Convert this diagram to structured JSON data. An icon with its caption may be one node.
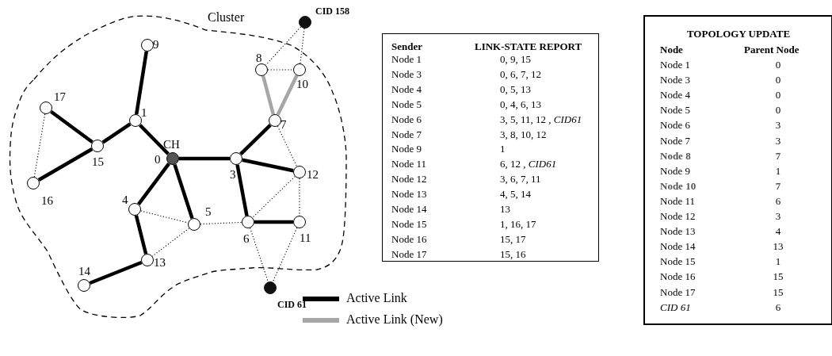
{
  "diagram": {
    "nodes": [
      {
        "text": [
          "Cluster"
        ]
      },
      {
        "text": [
          "CID 158"
        ]
      },
      {
        "text": [
          "9"
        ],
        "in": 0
      },
      {
        "text": [
          "8"
        ],
        "in": 0
      },
      {
        "text": [
          "10"
        ],
        "in": 0
      },
      {
        "text": [
          "17"
        ],
        "in": 0
      },
      {
        "text": [
          "1"
        ],
        "in": 0
      },
      {
        "text": [
          "7"
        ],
        "in": 0
      },
      {
        "text": [
          "0"
        ],
        "beside": [
          "CH"
        ],
        "in": 0
      },
      {
        "text": [
          "15"
        ],
        "in": 0
      },
      {
        "text": [
          "3"
        ],
        "in": 0
      },
      {
        "text": [
          "12"
        ],
        "in": 0
      },
      {
        "text": [
          "16"
        ],
        "in": 0
      },
      {
        "text": [
          "4"
        ],
        "in": 0
      },
      {
        "text": [
          "5"
        ],
        "in": 0
      },
      {
        "text": [
          "6"
        ],
        "in": 0
      },
      {
        "text": [
          "11"
        ],
        "in": 0
      },
      {
        "text": [
          "13"
        ],
        "in": 0
      },
      {
        "text": [
          "14"
        ],
        "in": 0
      },
      {
        "text": [
          "CID 61"
        ]
      }
    ],
    "edges": [
      {
        "from": 2,
        "to": 6,
        "arrow": "none"
      },
      {
        "from": 6,
        "to": 8,
        "arrow": "none"
      },
      {
        "from": 6,
        "to": 9,
        "arrow": "none"
      },
      {
        "from": 9,
        "to": 5,
        "arrow": "none"
      },
      {
        "from": 9,
        "to": 12,
        "arrow": "none"
      },
      {
        "from": 8,
        "to": 10,
        "arrow": "none"
      },
      {
        "from": 8,
        "to": 13,
        "arrow": "none"
      },
      {
        "from": 8,
        "to": 14,
        "arrow": "none"
      },
      {
        "from": 10,
        "to": 7,
        "arrow": "none"
      },
      {
        "from": 10,
        "to": 11,
        "arrow": "none"
      },
      {
        "from": 10,
        "to": 15,
        "arrow": "none"
      },
      {
        "from": 15,
        "to": 16,
        "arrow": "none"
      },
      {
        "from": 13,
        "to": 17,
        "arrow": "none"
      },
      {
        "from": 17,
        "to": 18,
        "arrow": "none"
      },
      {
        "from": 3,
        "to": 7,
        "arrow": "none",
        "color": "#a6a6a6"
      },
      {
        "from": 4,
        "to": 7,
        "arrow": "none",
        "color": "#a6a6a6"
      },
      {
        "from": 1,
        "to": 3,
        "arrow": "none",
        "style": "dashed"
      },
      {
        "from": 1,
        "to": 4,
        "arrow": "none",
        "style": "dashed"
      },
      {
        "from": 3,
        "to": 4,
        "arrow": "none",
        "style": "dashed"
      },
      {
        "from": 5,
        "to": 12,
        "arrow": "none",
        "style": "dashed"
      },
      {
        "from": 7,
        "to": 11,
        "arrow": "none",
        "style": "dashed"
      },
      {
        "from": 11,
        "to": 15,
        "arrow": "none",
        "style": "dashed"
      },
      {
        "from": 11,
        "to": 16,
        "arrow": "none",
        "style": "dashed"
      },
      {
        "from": 13,
        "to": 14,
        "arrow": "none",
        "style": "dashed"
      },
      {
        "from": 14,
        "to": 17,
        "arrow": "none",
        "style": "dashed"
      },
      {
        "from": 14,
        "to": 15,
        "arrow": "none",
        "style": "dashed"
      },
      {
        "from": 15,
        "to": 19,
        "arrow": "none",
        "style": "dashed"
      },
      {
        "from": 16,
        "to": 19,
        "arrow": "none",
        "style": "dashed"
      }
    ],
    "labels": [
      "Sender",
      "LINK-STATE REPORT",
      "Node 1",
      "0, 9, 15",
      "Node 3",
      "0, 6, 7, 12",
      "Node 4",
      "0, 5, 13",
      "Node 5",
      "0, 4, 6, 13",
      "Node 6",
      "3, 5, 11, 12 , *CID61*",
      "Node 7",
      "3, 8, 10, 12",
      "Node 9",
      "1",
      "Node 11",
      "6, 12 , *CID61*",
      "Node 12",
      "3, 6, 7, 11",
      "Node 13",
      "4, 5, 14",
      "Node 14",
      "13",
      "Node 15",
      "1, 16, 17",
      "Node 16",
      "15, 17",
      "Node 17",
      "15, 16",
      "TOPOLOGY UPDATE",
      "Node",
      "Parent Node",
      "Node 1",
      "0",
      "Node 3",
      "0",
      "Node 4",
      "0",
      "Node 5",
      "0",
      "Node 6",
      "3",
      "Node 7",
      "3",
      "Node 8",
      "7",
      "Node 9",
      "1",
      "Node 10",
      "7",
      "Node 11",
      "6",
      "Node 12",
      "3",
      "Node 13",
      "4",
      "Node 14",
      "13",
      "Node 15",
      "1",
      "Node 16",
      "15",
      "Node 17",
      "15",
      "CID 61",
      "6"
    ],
    "legend": [
      {
        "text": "Active Link"
      },
      {
        "text": "Active Link (New)"
      }
    ]
  }
}
